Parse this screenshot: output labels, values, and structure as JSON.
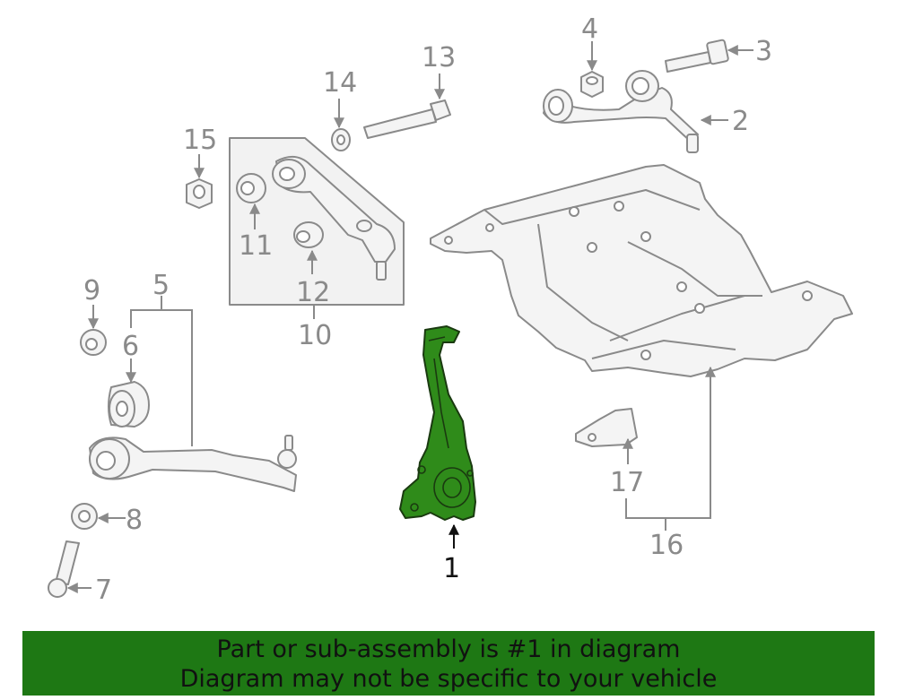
{
  "callouts": {
    "c1": "1",
    "c2": "2",
    "c3": "3",
    "c4": "4",
    "c5": "5",
    "c6": "6",
    "c7": "7",
    "c8": "8",
    "c9": "9",
    "c10": "10",
    "c11": "11",
    "c12": "12",
    "c13": "13",
    "c14": "14",
    "c15": "15",
    "c16": "16",
    "c17": "17"
  },
  "banner": {
    "line1": "Part or sub-assembly is #1 in diagram",
    "line2": "Diagram may not be specific to your vehicle"
  },
  "colors": {
    "highlight_part": "#2f8b1a",
    "banner_background": "#1e7814",
    "line_art": "#8a8a8a"
  }
}
